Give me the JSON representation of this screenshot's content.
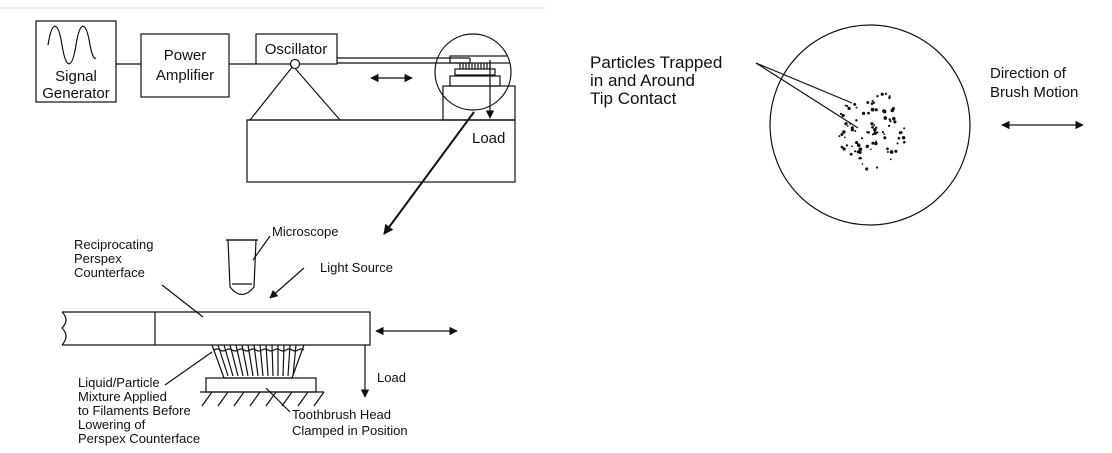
{
  "top_diagram": {
    "signal_generator": [
      "Signal",
      "Generator"
    ],
    "power_amplifier": [
      "Power",
      "Amplifier"
    ],
    "oscillator": "Oscillator",
    "load": "Load"
  },
  "detail_diagram": {
    "microscope": "Microscope",
    "light_source": "Light Source",
    "counterface": [
      "Reciprocating",
      "Perspex",
      "Counterface"
    ],
    "mixture": [
      "Liquid/Particle",
      "Mixture Applied",
      "to Filaments Before",
      "Lowering of",
      "Perspex Counterface"
    ],
    "toothbrush": [
      "Toothbrush Head",
      "Clamped in Position"
    ],
    "load": "Load"
  },
  "contact_view": {
    "particles": [
      "Particles Trapped",
      "in and Around",
      "Tip Contact"
    ],
    "direction": [
      "Direction of",
      "Brush Motion"
    ]
  }
}
